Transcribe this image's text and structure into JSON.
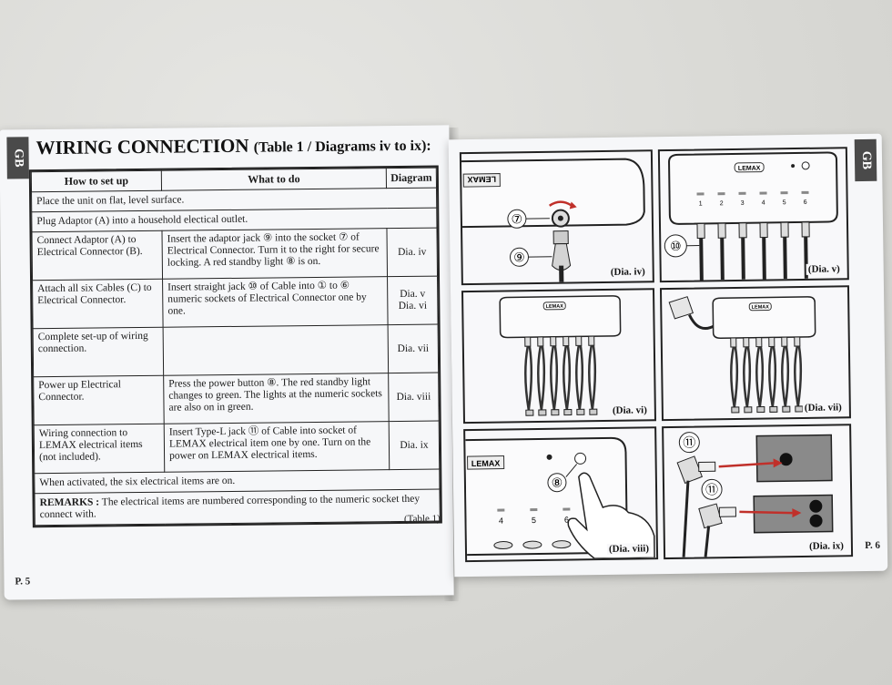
{
  "left_page": {
    "tab": "GB",
    "title_main": "WIRING CONNECTION",
    "title_sub": "(Table 1 / Diagrams iv to ix):",
    "headers": {
      "how": "How to set up",
      "what": "What to do",
      "diagram": "Diagram"
    },
    "row_place": "Place the unit on flat, level surface.",
    "row_plug": "Plug Adaptor (A) into a household electical outlet.",
    "steps": [
      {
        "how": "Connect Adaptor (A) to Electrical Connector (B).",
        "what": "Insert the adaptor jack ⑨ into the socket ⑦ of Electrical Connector. Turn it to the right for secure locking. A red standby light ⑧ is on.",
        "diagram": "Dia. iv"
      },
      {
        "how": "Attach all six Cables (C) to Electrical Connector.",
        "what": "Insert straight jack ⑩ of Cable into ① to ⑥ numeric sockets of Electrical Connector one by one.",
        "diagram": "Dia. v\nDia. vi"
      },
      {
        "how": "Complete set-up of wiring connection.",
        "what": "",
        "diagram": "Dia. vii"
      },
      {
        "how": "Power up Electrical Connector.",
        "what": "Press the power button ⑧. The red standby light changes to green. The lights at the numeric sockets are also on in green.",
        "diagram": "Dia. viii"
      },
      {
        "how": "Wiring connection to LEMAX electrical items (not included).",
        "what": "Insert Type-L jack ⑪ of Cable into socket of LEMAX electrical item one by one. Turn on the power on LEMAX electrical items.",
        "diagram": "Dia. ix"
      }
    ],
    "row_activated": "When activated, the six electrical items are on.",
    "remarks_label": "REMARKS :",
    "remarks_text": " The electrical items are numbered corresponding to the numeric socket they connect with.",
    "table_label": "(Table 1)",
    "page_number": "P. 5"
  },
  "right_page": {
    "tab": "GB",
    "page_number": "P. 6",
    "brand": "LEMAX",
    "diagrams": {
      "iv": {
        "label": "(Dia. iv)",
        "callouts": [
          "⑦",
          "⑨"
        ]
      },
      "v": {
        "label": "(Dia. v)",
        "callouts": [
          "⑩"
        ],
        "socket_numbers": [
          "1",
          "2",
          "3",
          "4",
          "5",
          "6"
        ]
      },
      "vi": {
        "label": "(Dia. vi)"
      },
      "vii": {
        "label": "(Dia. vii)"
      },
      "viii": {
        "label": "(Dia. viii)",
        "callouts": [
          "⑧"
        ],
        "socket_numbers": [
          "4",
          "5",
          "6"
        ]
      },
      "ix": {
        "label": "(Dia. ix)",
        "callouts": [
          "⑪",
          "⑪"
        ]
      }
    },
    "colors": {
      "arrow": "#c0302a",
      "panel": "#8a8a8a"
    }
  }
}
